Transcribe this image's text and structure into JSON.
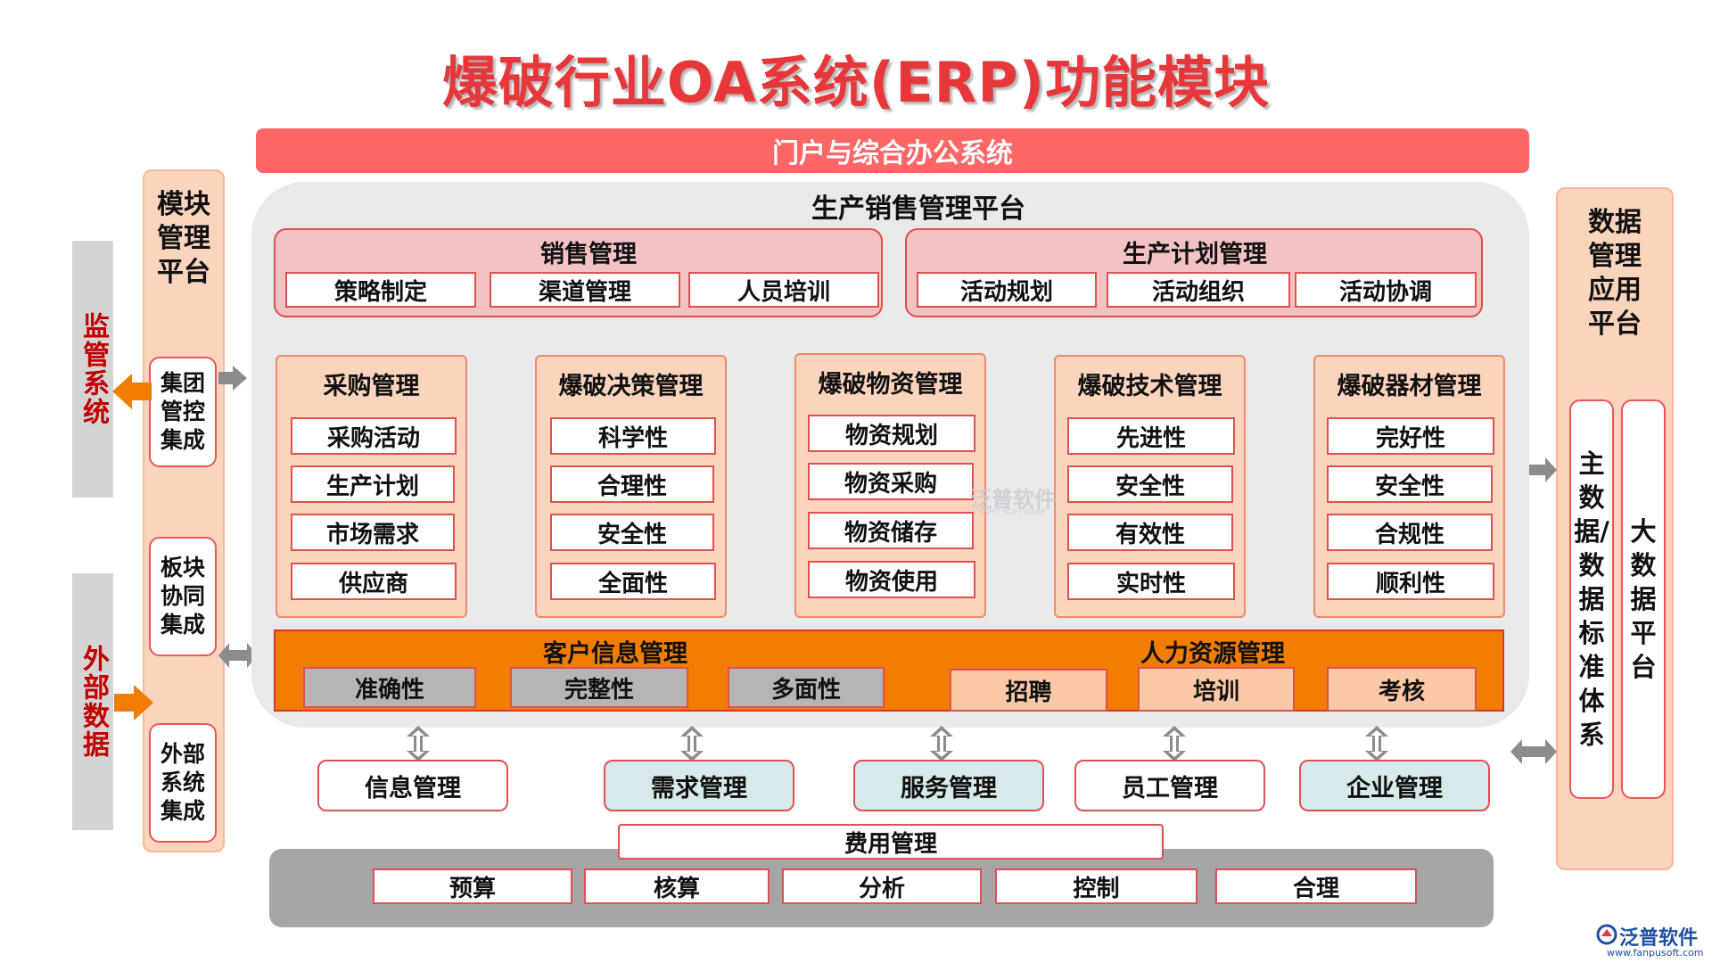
{
  "title": "爆破行业OA系统(ERP)功能模块",
  "portal": "门户与综合办公系统",
  "left_side": {
    "supervision": "监管系统",
    "external_data": "外部数据"
  },
  "module_platform": {
    "title": "模块管理平台",
    "items": [
      "集团管控集成",
      "板块协同集成",
      "外部系统集成"
    ]
  },
  "data_platform": {
    "title": "数据管理应用平台",
    "items": [
      "主数据/数据标准体系",
      "大数据平台"
    ]
  },
  "production_platform": {
    "title": "生产销售管理平台",
    "sales": {
      "title": "销售管理",
      "items": [
        "策略制定",
        "渠道管理",
        "人员培训"
      ]
    },
    "planning": {
      "title": "生产计划管理",
      "items": [
        "活动规划",
        "活动组织",
        "活动协调"
      ]
    },
    "modules": [
      {
        "title": "采购管理",
        "items": [
          "采购活动",
          "生产计划",
          "市场需求",
          "供应商"
        ]
      },
      {
        "title": "爆破决策管理",
        "items": [
          "科学性",
          "合理性",
          "安全性",
          "全面性"
        ]
      },
      {
        "title": "爆破物资管理",
        "items": [
          "物资规划",
          "物资采购",
          "物资储存",
          "物资使用"
        ]
      },
      {
        "title": "爆破技术管理",
        "items": [
          "先进性",
          "安全性",
          "有效性",
          "实时性"
        ]
      },
      {
        "title": "爆破器材管理",
        "items": [
          "完好性",
          "安全性",
          "合规性",
          "顺利性"
        ]
      }
    ],
    "customer": {
      "title": "客户信息管理",
      "items": [
        "准确性",
        "完整性",
        "多面性"
      ]
    },
    "hr": {
      "title": "人力资源管理",
      "items": [
        "招聘",
        "培训",
        "考核"
      ]
    }
  },
  "bottom_modules": [
    {
      "label": "信息管理",
      "color": "#ffffff"
    },
    {
      "label": "需求管理",
      "color": "#d6eaec"
    },
    {
      "label": "服务管理",
      "color": "#d6eaec"
    },
    {
      "label": "员工管理",
      "color": "#ffffff"
    },
    {
      "label": "企业管理",
      "color": "#d6eaec"
    }
  ],
  "cost": {
    "title": "费用管理",
    "items": [
      "预算",
      "核算",
      "分析",
      "控制",
      "合理"
    ]
  },
  "watermark": {
    "cn": "泛普软件",
    "en": "FANPU SOFTWARE"
  },
  "logo": {
    "name": "泛普软件",
    "url": "www.fanpusoft.com"
  },
  "colors": {
    "title": "#e8373a",
    "portal": "#ff6666",
    "orange_bar": "#f07d00",
    "peach": "#fbd4bd",
    "pink": "#f3c3c3",
    "grey": "#d4d4d4",
    "teal_box": "#d6eaec"
  }
}
